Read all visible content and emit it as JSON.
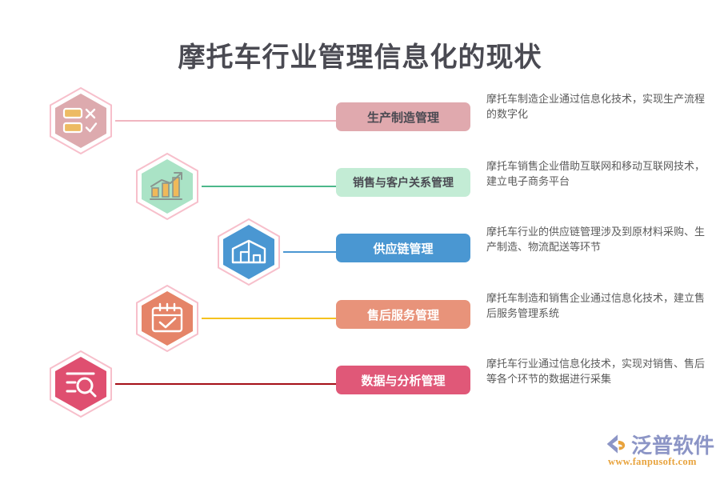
{
  "title": "摩托车行业管理信息化的现状",
  "colors": {
    "title_text": "#4a4a52",
    "hex_ring": "#f7bfcb",
    "desc_text": "#5a5a5a"
  },
  "rows": [
    {
      "icon_name": "checklist-icon",
      "label": "生产制造管理",
      "description": "摩托车制造企业通过信息化技术，实现生产流程的数字化",
      "hex_fill": "#ddaaae",
      "pill_fill": "#e0a9ae",
      "pill_text_color": "#4a4a52",
      "line_color": "#f0b6c0",
      "glyph_color": "#ffffff",
      "accent_color": "#edbb63"
    },
    {
      "icon_name": "bar-chart-growth-icon",
      "label": "销售与客户关系管理",
      "description": "摩托车销售企业借助互联网和移动互联网技术，建立电子商务平台",
      "hex_fill": "#aae3c6",
      "pill_fill": "#c3ecd5",
      "pill_text_color": "#4a4a52",
      "line_color": "#4cb88a",
      "glyph_color": "#8a9690",
      "accent_color": "#f0b95a"
    },
    {
      "icon_name": "warehouse-icon",
      "label": "供应链管理",
      "description": "摩托车行业的供应链管理涉及到原材料采购、生产制造、物流配送等环节",
      "hex_fill": "#4a97d2",
      "pill_fill": "#4a97d2",
      "pill_text_color": "#ffffff",
      "line_color": "#4a97d2",
      "glyph_color": "#ffffff",
      "accent_color": "#ffffff"
    },
    {
      "icon_name": "calendar-check-icon",
      "label": "售后服务管理",
      "description": "摩托车制造和销售企业通过信息化技术，建立售后服务管理系统",
      "hex_fill": "#e58468",
      "pill_fill": "#e8937a",
      "pill_text_color": "#ffffff",
      "line_color": "#f5c21f",
      "glyph_color": "#ffffff",
      "accent_color": "#ffffff"
    },
    {
      "icon_name": "data-search-icon",
      "label": "数据与分析管理",
      "description": "摩托车行业通过信息化技术，实现对销售、售后等各个环节的数据进行采集",
      "hex_fill": "#df4f70",
      "pill_fill": "#e05878",
      "pill_text_color": "#ffffff",
      "line_color": "#a50f18",
      "glyph_color": "#ffffff",
      "accent_color": "#ffffff"
    }
  ],
  "logo": {
    "brand": "泛普软件",
    "url": "www.fanpusoft.com"
  }
}
